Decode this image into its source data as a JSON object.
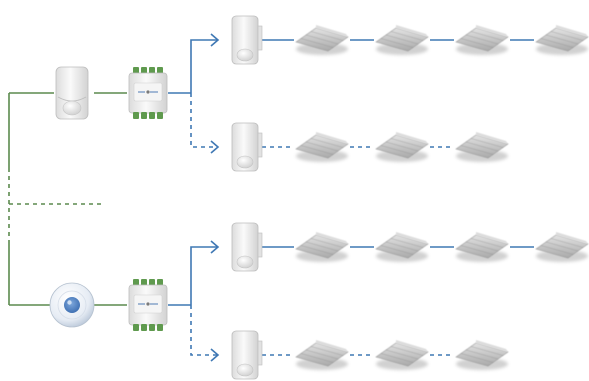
{
  "colors": {
    "background": "#ffffff",
    "bus_line": "#5c8a4e",
    "signal_line": "#3f78b4",
    "device_body": "#ececec",
    "device_edge": "#bdbdbd",
    "terminal": "#5f9a4e",
    "luminaire_body": "#c9c9c9",
    "luminaire_shadow": "#9a9a9a"
  },
  "icons": {
    "presence_detector": "presence-detector-icon",
    "ceiling_sensor": "ceiling-sensor-icon",
    "din_controller": "din-rail-controller-icon",
    "slave_detector": "slave-detector-icon",
    "luminaire": "luminaire-icon"
  },
  "groups": [
    {
      "id": "group-1",
      "master": "presence_detector",
      "outputs": [
        {
          "link": "solid",
          "luminaires": 4
        },
        {
          "link": "dashed",
          "luminaires": 3
        }
      ]
    },
    {
      "id": "group-2",
      "master": "ceiling_sensor",
      "outputs": [
        {
          "link": "solid",
          "luminaires": 4
        },
        {
          "link": "dashed",
          "luminaires": 3
        }
      ]
    }
  ]
}
